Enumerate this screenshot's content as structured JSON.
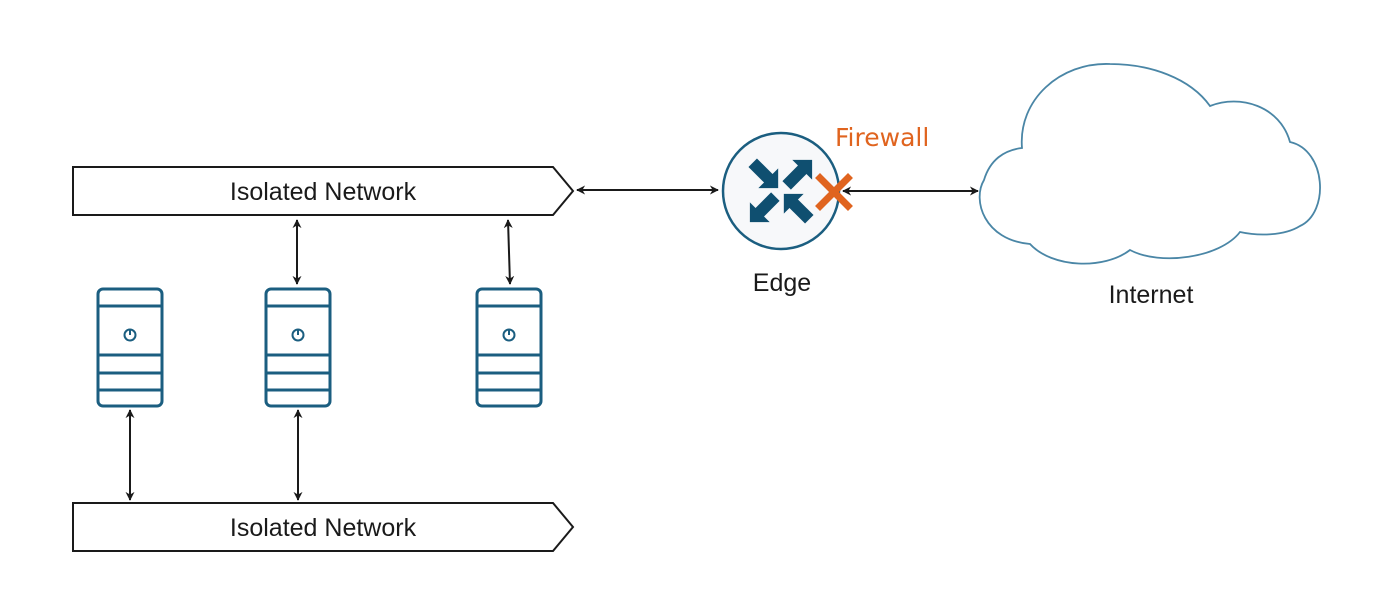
{
  "diagram": {
    "networks": [
      {
        "id": "top",
        "label": "Isolated Network"
      },
      {
        "id": "bottom",
        "label": "Isolated Network"
      }
    ],
    "edge": {
      "label": "Edge"
    },
    "firewall": {
      "label": "Firewall"
    },
    "internet": {
      "label": "Internet"
    },
    "servers": [
      {
        "id": "server-1"
      },
      {
        "id": "server-2"
      },
      {
        "id": "server-3"
      }
    ],
    "colors": {
      "stroke": "#1a1a1a",
      "server": "#1b5e80",
      "router_arrows": "#0f4f70",
      "router_ring": "#1b5e80",
      "router_fill": "#f7f8fa",
      "cloud_stroke": "#4a86a6",
      "firewall": "#e0641f"
    }
  }
}
